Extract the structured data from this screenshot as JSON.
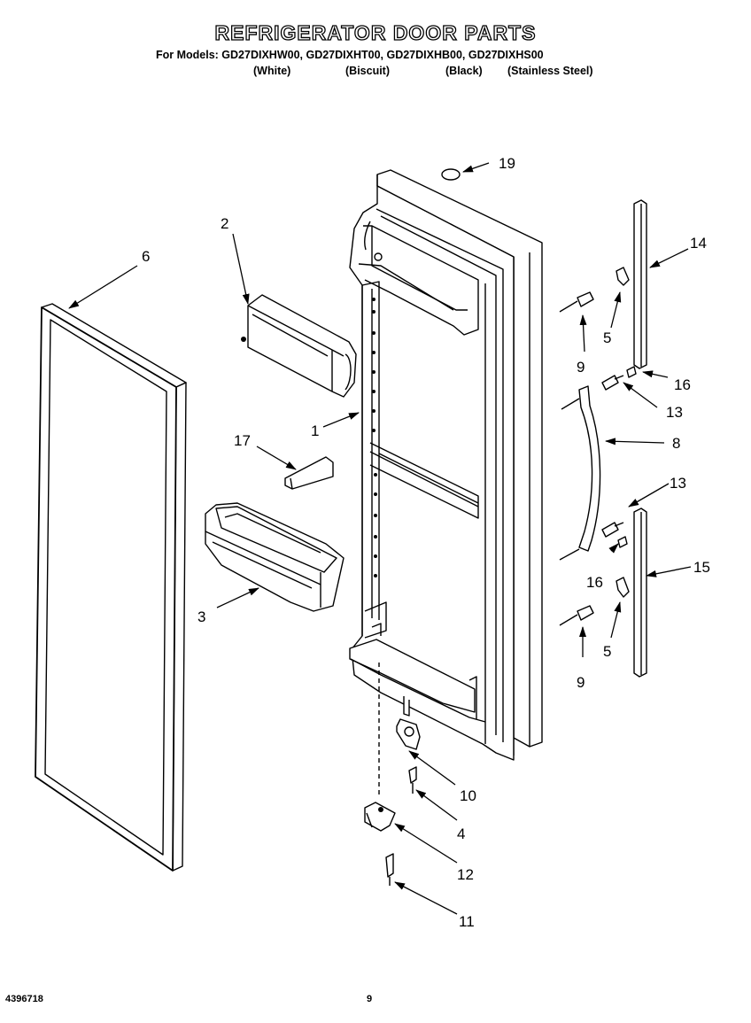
{
  "header": {
    "title": "REFRIGERATOR DOOR PARTS",
    "models": "For Models: GD27DIXHW00, GD27DIXHT00, GD27DIXHB00, GD27DIXHS00",
    "colors": [
      "(White)",
      "(Biscuit)",
      "(Black)",
      "(Stainless Steel)"
    ]
  },
  "callouts": {
    "c1": "1",
    "c2": "2",
    "c3": "3",
    "c4": "4",
    "c5a": "5",
    "c5b": "5",
    "c6": "6",
    "c8": "8",
    "c9a": "9",
    "c9b": "9",
    "c10": "10",
    "c11": "11",
    "c12": "12",
    "c13a": "13",
    "c13b": "13",
    "c14": "14",
    "c15": "15",
    "c16a": "16",
    "c16b": "16",
    "c17": "17",
    "c19": "19"
  },
  "footer": {
    "doc_number": "4396718",
    "page_number": "9"
  }
}
